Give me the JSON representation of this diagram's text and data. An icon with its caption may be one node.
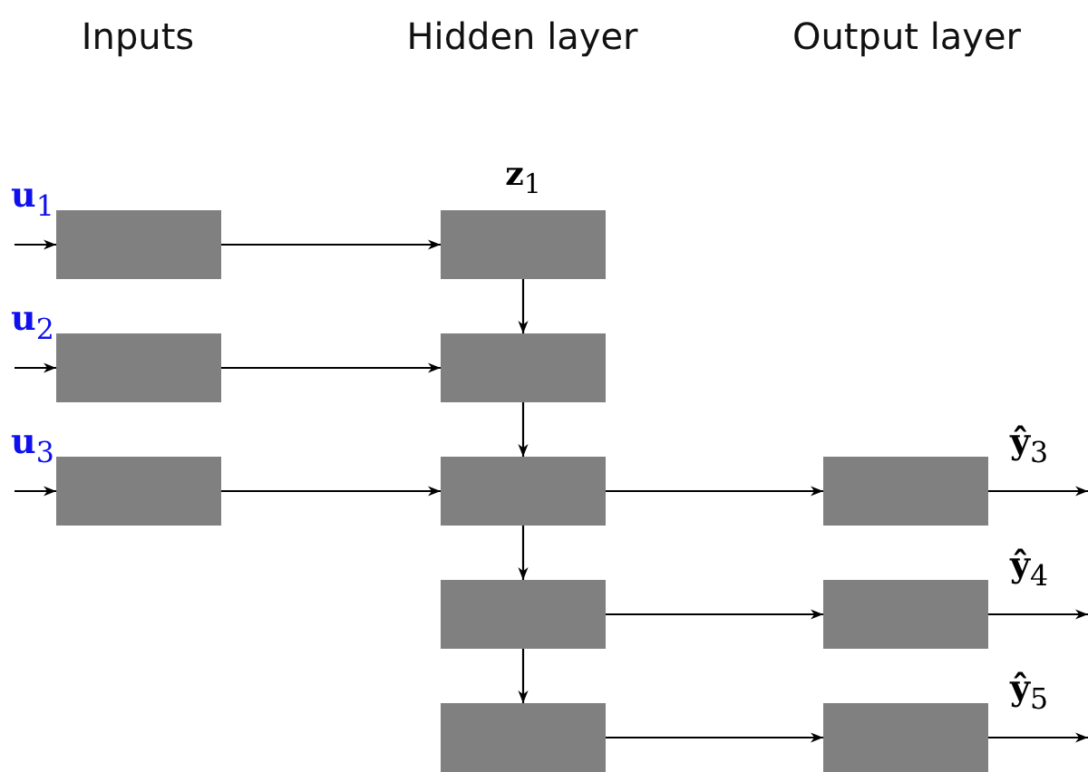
{
  "diagram": {
    "nodes": [
      {
        "text": [],
        "shape": "box"
      },
      {
        "text": [],
        "shape": "box"
      },
      {
        "text": [],
        "shape": "box"
      },
      {
        "text": [],
        "shape": "box",
        "beside": [
          "**z**$_{1}$"
        ]
      },
      {
        "text": [],
        "shape": "box"
      },
      {
        "text": [],
        "shape": "box"
      },
      {
        "text": [],
        "shape": "box"
      },
      {
        "text": [],
        "shape": "box"
      },
      {
        "text": [],
        "shape": "box"
      },
      {
        "text": [],
        "shape": "box"
      },
      {
        "text": [],
        "shape": "box"
      }
    ],
    "edges": [
      {
        "from": null,
        "to": 0,
        "arrow": "to",
        "label": "**u**$_{1}$"
      },
      {
        "from": null,
        "to": 1,
        "arrow": "to",
        "label": "**u**$_{2}$"
      },
      {
        "from": null,
        "to": 2,
        "arrow": "to",
        "label": "**u**$_{3}$"
      },
      {
        "from": 0,
        "to": 3,
        "arrow": "to"
      },
      {
        "from": 1,
        "to": 4,
        "arrow": "to"
      },
      {
        "from": 2,
        "to": 5,
        "arrow": "to"
      },
      {
        "from": 3,
        "to": 4,
        "arrow": "to"
      },
      {
        "from": 4,
        "to": 5,
        "arrow": "to"
      },
      {
        "from": 5,
        "to": 6,
        "arrow": "to"
      },
      {
        "from": 6,
        "to": 7,
        "arrow": "to"
      },
      {
        "from": 5,
        "to": 8,
        "arrow": "to"
      },
      {
        "from": 6,
        "to": 9,
        "arrow": "to"
      },
      {
        "from": 7,
        "to": 10,
        "arrow": "to"
      },
      {
        "from": 8,
        "to": null,
        "arrow": "to",
        "label": "**ŷ**$_{3}$"
      },
      {
        "from": 9,
        "to": null,
        "arrow": "to",
        "label": "**ŷ**$_{4}$"
      },
      {
        "from": 10,
        "to": null,
        "arrow": "to",
        "label": "**ŷ**$_{5}$"
      }
    ],
    "labels": [
      "Inputs",
      "Hidden layer",
      "Output layer"
    ]
  }
}
